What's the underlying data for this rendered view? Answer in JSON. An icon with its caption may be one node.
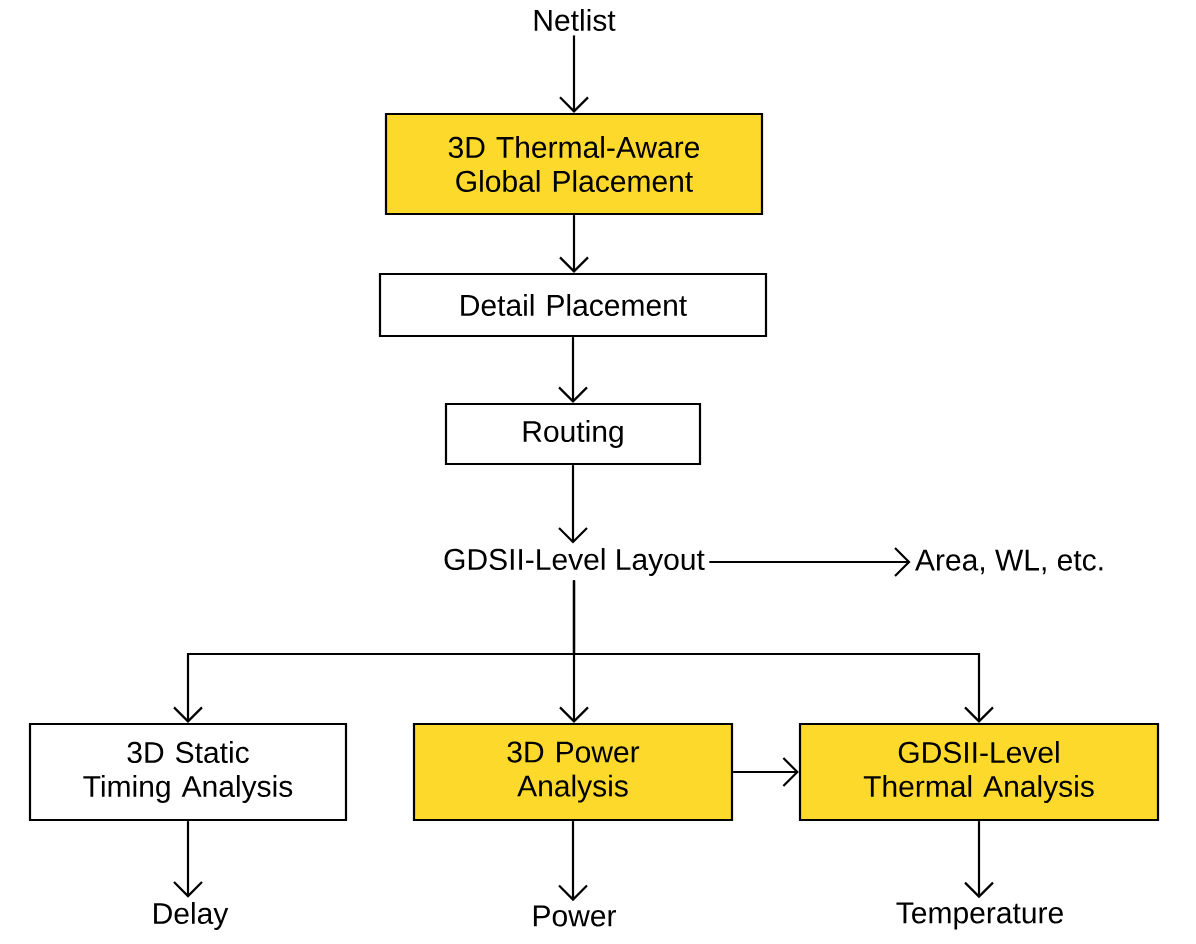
{
  "diagram": {
    "nodes": [
      {
        "text": [
          "Netlist"
        ]
      },
      {
        "text": [
          "3D Thermal-Aware Global Placement"
        ]
      },
      {
        "text": [
          "Detail Placement"
        ]
      },
      {
        "text": [
          "Routing"
        ]
      },
      {
        "text": [
          "GDSII-Level Layout"
        ]
      },
      {
        "text": [
          "Area, WL, etc."
        ]
      },
      {
        "text": [
          "3D Static Timing Analysis"
        ]
      },
      {
        "text": [
          "3D Power Analysis"
        ]
      },
      {
        "text": [
          "GDSII-Level Thermal Analysis"
        ]
      },
      {
        "text": [
          "Delay"
        ]
      },
      {
        "text": [
          "Power"
        ]
      },
      {
        "text": [
          "Temperature"
        ]
      }
    ],
    "edges": [
      {
        "from": 0,
        "to": 1,
        "arrow": "to"
      },
      {
        "from": 1,
        "to": 2,
        "arrow": "to"
      },
      {
        "from": 2,
        "to": 3,
        "arrow": "to"
      },
      {
        "from": 3,
        "to": 4,
        "arrow": "to"
      },
      {
        "from": 4,
        "to": 5,
        "arrow": "to"
      },
      {
        "from": 4,
        "to": 6,
        "arrow": "to"
      },
      {
        "from": 4,
        "to": 7,
        "arrow": "to"
      },
      {
        "from": 4,
        "to": 8,
        "arrow": "to"
      },
      {
        "from": 7,
        "to": 8,
        "arrow": "to"
      },
      {
        "from": 6,
        "to": 9,
        "arrow": "to"
      },
      {
        "from": 7,
        "to": 10,
        "arrow": "to"
      },
      {
        "from": 8,
        "to": 11,
        "arrow": "to"
      }
    ]
  }
}
